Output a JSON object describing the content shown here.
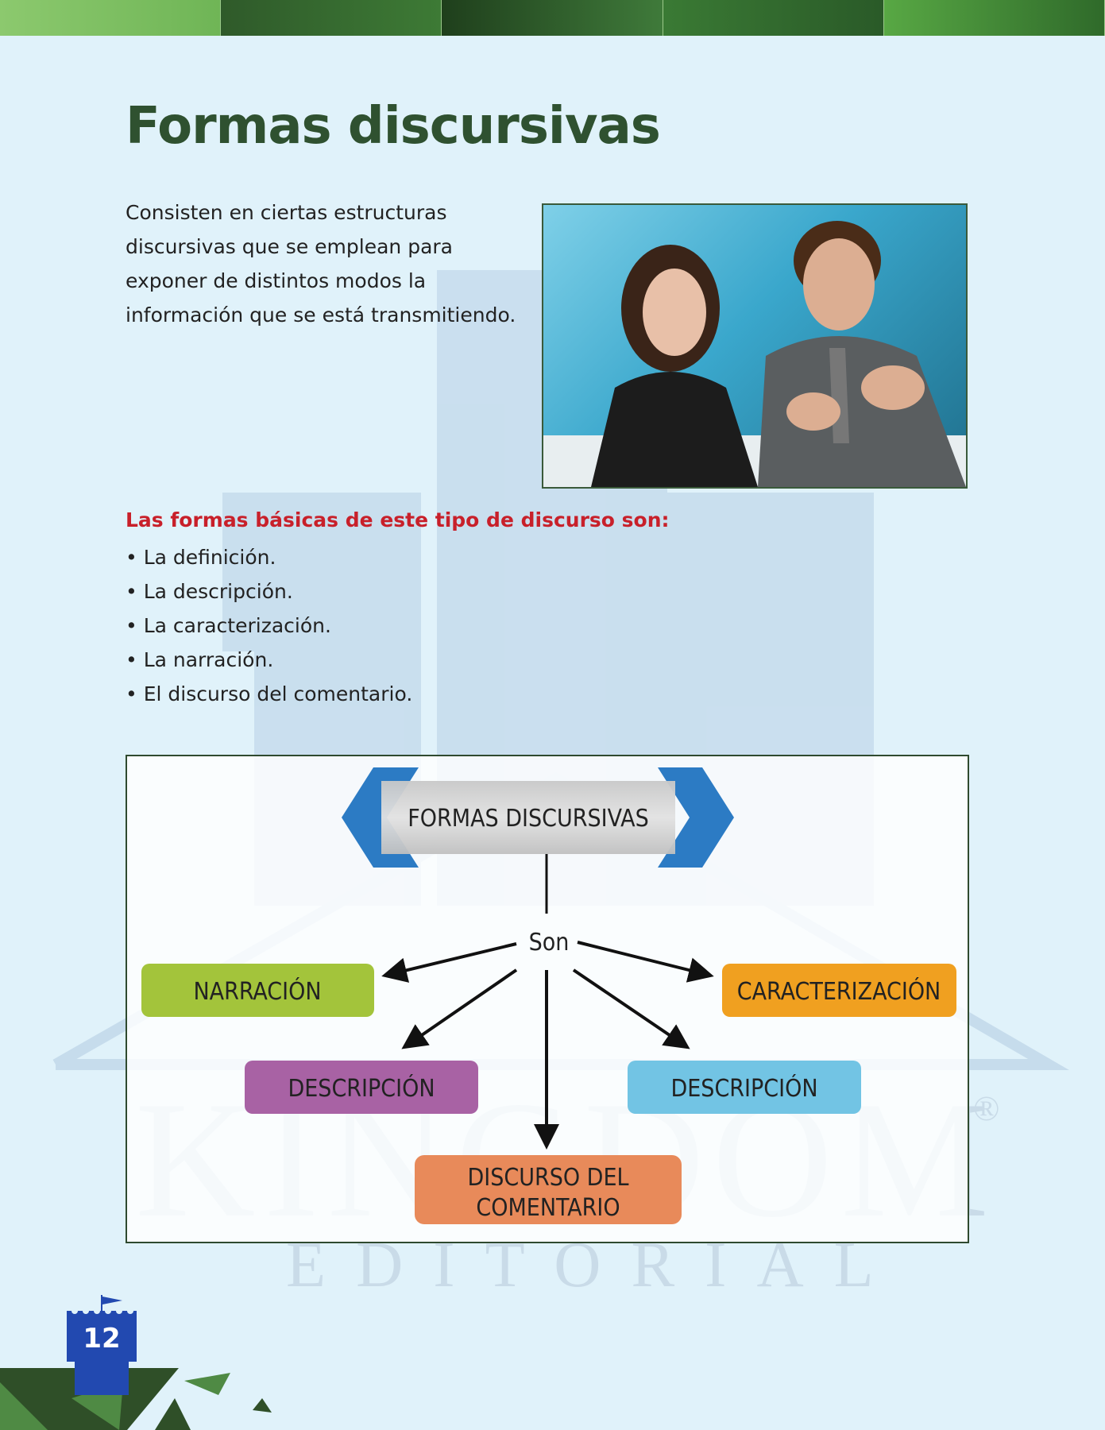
{
  "watermark": {
    "brand": "KINGDOM",
    "sub": "EDITORIAL",
    "registered": "®"
  },
  "title": "Formas discursivas",
  "intro": "Consisten en ciertas estructuras discursivas que se emplean para exponer de distintos modos la información que se está transmitiendo.",
  "subheading": "Las formas básicas de este tipo de discurso son:",
  "bullets": [
    "• La definición.",
    "• La descripción.",
    "• La caracterización.",
    "• La narración.",
    "• El discurso del comentario."
  ],
  "diagram": {
    "root": "FORMAS DISCURSIVAS",
    "connector": "Son",
    "nodes": [
      {
        "label": "NARRACIÓN",
        "color": "#a3c43b"
      },
      {
        "label": "CARACTERIZACIÓN",
        "color": "#f0a020"
      },
      {
        "label": "DESCRIPCIÓN",
        "color": "#a862a4"
      },
      {
        "label": "DESCRIPCIÓN",
        "color": "#72c4e4"
      },
      {
        "label_line1": "DISCURSO DEL",
        "label_line2": "COMENTARIO",
        "color": "#e88a5a"
      }
    ],
    "chevron_color": "#2c7bc4"
  },
  "page_number": "12",
  "colors": {
    "title": "#2f5130",
    "subheading": "#c8202a",
    "background": "#e0f2fa",
    "tower": "#2249b0"
  }
}
